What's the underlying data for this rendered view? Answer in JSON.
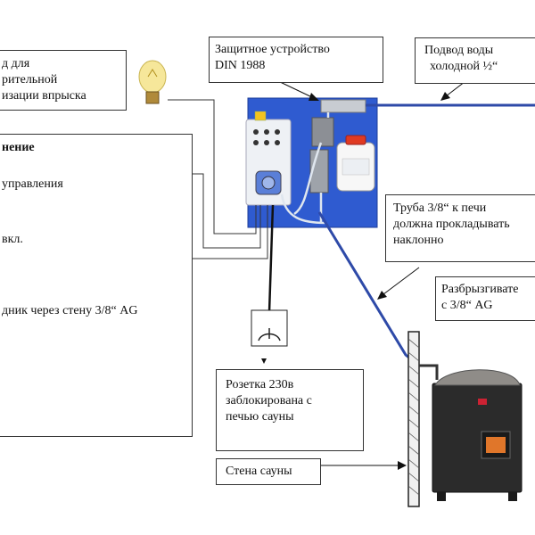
{
  "labels": {
    "lamp": [
      "д для",
      "рительной",
      "изации впрыска"
    ],
    "panel_head": "нение",
    "panel_lines": [
      "управления",
      "вкл.",
      "дник через стену 3/8“ AG"
    ],
    "protect": [
      "Защитное устройство",
      "DIN 1988"
    ],
    "water": [
      "Подвод воды",
      "холодной ½“"
    ],
    "pipe": [
      "Труба 3/8“ к печи",
      "должна прокладывать",
      "наклонно"
    ],
    "sprayer": [
      "Разбрызгивате",
      "с 3/8“ AG"
    ],
    "socket": [
      "Розетка 230в",
      "заблокирована с",
      "печью сауны"
    ],
    "wall": "Стена сауны"
  },
  "colors": {
    "pipe": "#2e4aa8",
    "panel": "#2f5bd0",
    "lamp": "#f6e79a",
    "button": "#1f8a3a"
  }
}
